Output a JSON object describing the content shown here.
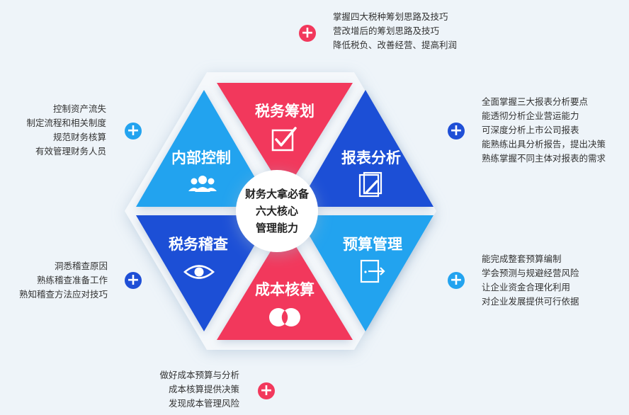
{
  "center": {
    "lines": [
      "财务大拿必备",
      "六大核心",
      "管理能力"
    ]
  },
  "colors": {
    "red": "#f2385c",
    "navy": "#1f4fd6",
    "sky": "#23a3ef",
    "center_bg": "#ffffff"
  },
  "segments": [
    {
      "id": "tax-planning",
      "title": "税务筹划",
      "color": "#f2385c",
      "icon": "checkbox-icon"
    },
    {
      "id": "report-analysis",
      "title": "报表分析",
      "color": "#1f4fd6",
      "icon": "document-edit-icon"
    },
    {
      "id": "budget-management",
      "title": "预算管理",
      "color": "#23a3ef",
      "icon": "door-exit-icon"
    },
    {
      "id": "cost-accounting",
      "title": "成本核算",
      "color": "#f2385c",
      "icon": "overlap-circles-icon"
    },
    {
      "id": "tax-audit",
      "title": "税务稽查",
      "color": "#1f4fd6",
      "icon": "eye-icon"
    },
    {
      "id": "internal-control",
      "title": "内部控制",
      "color": "#23a3ef",
      "icon": "users-icon"
    }
  ],
  "notes": {
    "tax_planning": [
      "掌握四大税种筹划思路及技巧",
      "营改增后的筹划思路及技巧",
      "降低税负、改善经营、提高利润"
    ],
    "report_analysis": [
      "全面掌握三大报表分析要点",
      "能透彻分析企业营运能力",
      "可深度分析上市公司报表",
      "能熟练出具分析报告，提出决策",
      "熟练掌握不同主体对报表的需求"
    ],
    "budget_management": [
      "能完成整套预算编制",
      "学会预测与规避经营风险",
      "让企业资金合理化利用",
      "对企业发展提供可行依据"
    ],
    "cost_accounting": [
      "做好成本预算与分析",
      "成本核算提供决策",
      "发现成本管理风险"
    ],
    "tax_audit": [
      "洞悉稽查原因",
      "熟练稽查准备工作",
      "熟知稽查方法应对技巧"
    ],
    "internal_control": [
      "控制资产流失",
      "制定流程和相关制度",
      "规范财务核算",
      "有效管理财务人员"
    ]
  },
  "plus_symbol": "+"
}
